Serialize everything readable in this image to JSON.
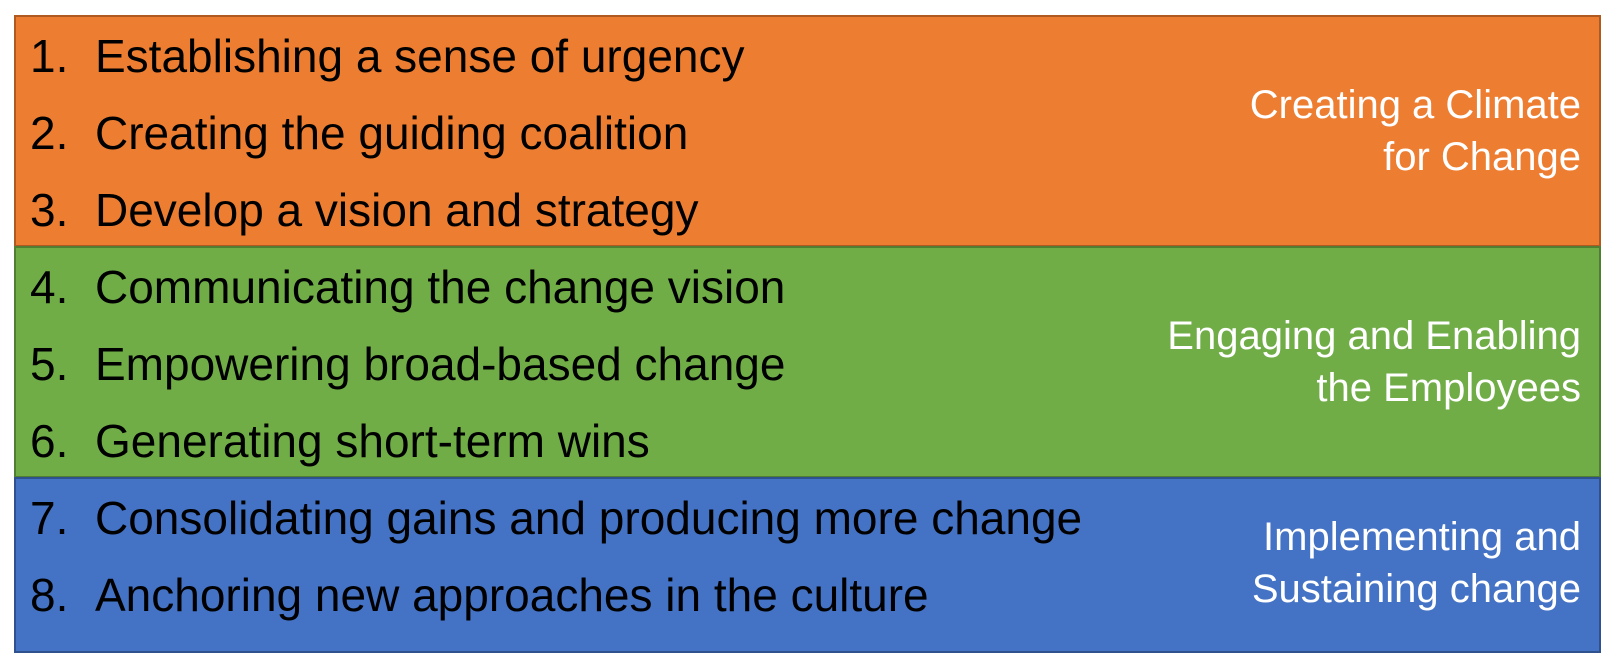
{
  "colors": {
    "climate": "#ED7D31",
    "engage": "#70AD47",
    "implement": "#4472C4",
    "step_text": "#000000",
    "phase_text": "#FFFFFF"
  },
  "phases": [
    {
      "label_lines": [
        "Creating a Climate",
        "for Change"
      ],
      "steps": [
        {
          "num": "1.",
          "text": "Establishing a sense of urgency"
        },
        {
          "num": "2.",
          "text": "Creating the guiding coalition"
        },
        {
          "num": "3.",
          "text": "Develop a vision and strategy"
        }
      ]
    },
    {
      "label_lines": [
        "Engaging and Enabling",
        "the Employees"
      ],
      "steps": [
        {
          "num": "4.",
          "text": "Communicating the change vision"
        },
        {
          "num": "5.",
          "text": "Empowering broad-based change"
        },
        {
          "num": "6.",
          "text": "Generating short-term wins"
        }
      ]
    },
    {
      "label_lines": [
        "Implementing and",
        "Sustaining change"
      ],
      "steps": [
        {
          "num": "7.",
          "text": "Consolidating gains and producing more change"
        },
        {
          "num": "8.",
          "text": "Anchoring new approaches in the culture"
        }
      ]
    }
  ]
}
